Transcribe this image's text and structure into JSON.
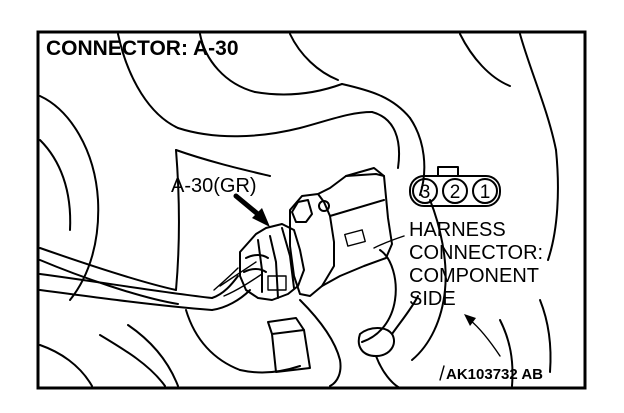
{
  "title": "CONNECTOR: A-30",
  "connector_callout": "A-30(GR)",
  "pins": [
    "3",
    "2",
    "1"
  ],
  "harness_label": [
    "HARNESS",
    "CONNECTOR:",
    "COMPONENT",
    "SIDE"
  ],
  "figure_code": "AK103732 AB"
}
